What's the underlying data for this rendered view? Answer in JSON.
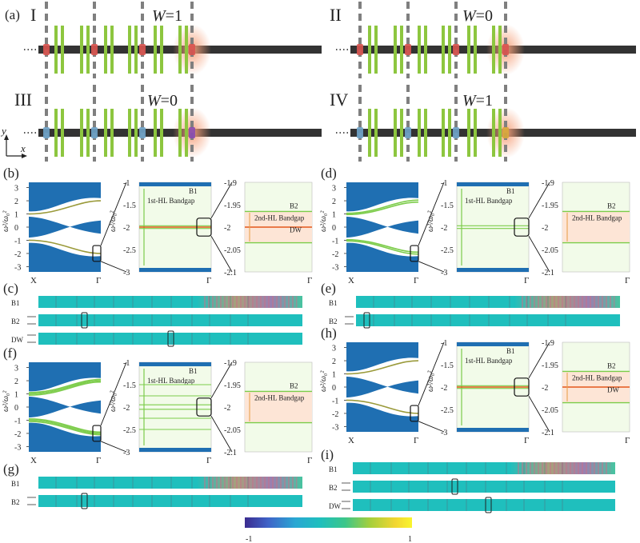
{
  "schematic": {
    "panel_letter": "(a)",
    "roman": [
      "I",
      "II",
      "III",
      "IV"
    ],
    "winding_label": "W",
    "winding_eq": "=",
    "winding_values": [
      "1",
      "0",
      "0",
      "1"
    ],
    "axis_y": "y",
    "axis_x": "x",
    "colors": {
      "rail": "#333333",
      "bar": "#8dc63f",
      "dash": "#7f7f7f",
      "red_site": "#d9534f",
      "blue_site": "#6ea3c9",
      "purple_site": "#8a4bb0",
      "gold_site": "#d9a93b",
      "glow": "#f5a07a"
    }
  },
  "bands": {
    "letters": [
      "(b)",
      "(d)",
      "(f)",
      "(h)"
    ],
    "ylabel": "ω²/ω₀²",
    "x_left": "X",
    "x_gamma": "Γ",
    "full_ticks": [
      "3",
      "2",
      "1",
      "0",
      "-1",
      "-2",
      "-3"
    ],
    "mid_ticks": [
      "-1",
      "-1.5",
      "-2",
      "-2.5",
      "-3"
    ],
    "zoom_ticks": [
      "-1.9",
      "-1.95",
      "-2",
      "-2.05",
      "-2.1"
    ],
    "B1": "B1",
    "B2": "B2",
    "DW": "DW",
    "gap1": "1st-HL Bandgap",
    "gap2": "2nd-HL Bandgap",
    "colors": {
      "bulk": "#1f6fb2",
      "edge": "#9a9a3a",
      "green": "#7ccc4a",
      "domain_wall": "#e4571c",
      "gap_fill": "#f2fbe9",
      "gap2_fill": "#fde5d6"
    }
  },
  "modes": {
    "letters": [
      "(c)",
      "(e)",
      "(g)",
      "(i)"
    ],
    "row_labels_c": [
      "B1",
      "B2",
      "DW"
    ],
    "row_labels_e": [
      "B1",
      "B2"
    ],
    "row_labels_g": [
      "B1",
      "B2"
    ],
    "row_labels_i": [
      "B1",
      "B2",
      "DW"
    ]
  },
  "colorbar": {
    "min_label": "-1",
    "max_label": "1",
    "stops": [
      "#3b2c8f",
      "#3f63c8",
      "#2aa7d3",
      "#1fbfbd",
      "#3cc68a",
      "#a6cf3b",
      "#f2d632",
      "#f9f52e"
    ]
  }
}
